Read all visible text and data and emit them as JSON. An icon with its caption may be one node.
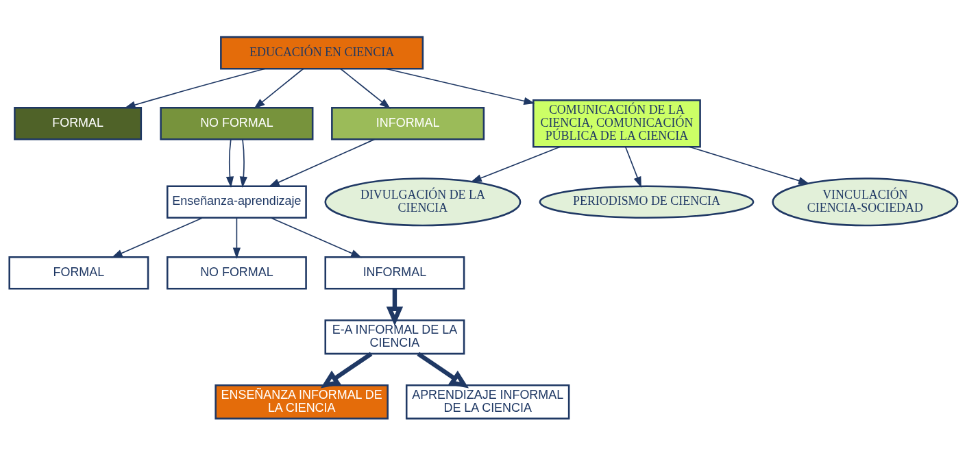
{
  "diagram": {
    "nodes": [
      {
        "text": [
          "EDUCACIÓN EN CIENCIA"
        ]
      },
      {
        "text": [
          "FORMAL"
        ]
      },
      {
        "text": [
          "NO FORMAL"
        ]
      },
      {
        "text": [
          "INFORMAL"
        ]
      },
      {
        "text": [
          "COMUNICACIÓN DE LA CIENCIA, COMUNICACIÓN PÚBLICA DE LA CIENCIA"
        ]
      },
      {
        "text": [
          "Enseñanza-aprendizaje"
        ]
      },
      {
        "text": [
          "FORMAL"
        ]
      },
      {
        "text": [
          "NO FORMAL"
        ]
      },
      {
        "text": [
          "INFORMAL"
        ]
      },
      {
        "text": [
          "E-A INFORMAL DE LA CIENCIA"
        ]
      },
      {
        "text": [
          "ENSEÑANZA INFORMAL DE LA CIENCIA"
        ]
      },
      {
        "text": [
          "APRENDIZAJE INFORMAL DE LA CIENCIA"
        ]
      },
      {
        "text": [
          "DIVULGACIÓN DE LA CIENCIA"
        ]
      },
      {
        "text": [
          "PERIODISMO DE CIENCIA"
        ]
      },
      {
        "text": [
          "VINCULACIÓN CIENCIA-SOCIEDAD"
        ]
      }
    ],
    "edges": [
      {
        "from": 0,
        "to": 1,
        "arrow": "to"
      },
      {
        "from": 0,
        "to": 2,
        "arrow": "to"
      },
      {
        "from": 0,
        "to": 3,
        "arrow": "to"
      },
      {
        "from": 0,
        "to": 4,
        "arrow": "to"
      },
      {
        "from": 2,
        "to": 5,
        "arrow": "to"
      },
      {
        "from": 2,
        "to": 5,
        "arrow": "to"
      },
      {
        "from": 3,
        "to": 5,
        "arrow": "to"
      },
      {
        "from": 5,
        "to": 6,
        "arrow": "to"
      },
      {
        "from": 5,
        "to": 7,
        "arrow": "to"
      },
      {
        "from": 5,
        "to": 8,
        "arrow": "to"
      },
      {
        "from": 8,
        "to": 9,
        "arrow": "to",
        "style": "thick"
      },
      {
        "from": 9,
        "to": 10,
        "arrow": "to",
        "style": "thick"
      },
      {
        "from": 9,
        "to": 11,
        "arrow": "to",
        "style": "thick"
      },
      {
        "from": 4,
        "to": 12,
        "arrow": "to"
      },
      {
        "from": 4,
        "to": 13,
        "arrow": "to"
      },
      {
        "from": 4,
        "to": 14,
        "arrow": "to"
      }
    ]
  }
}
